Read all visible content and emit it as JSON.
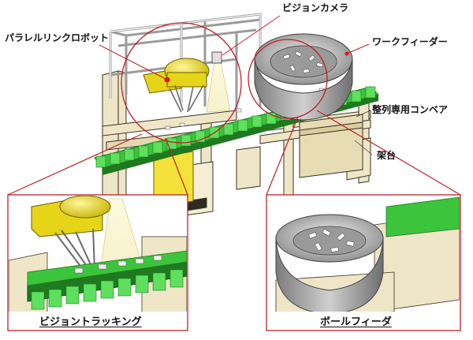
{
  "labels": {
    "vision_camera": "ビジョンカメラ",
    "parallel_link_robot": "パラレルリンクロボット",
    "work_feeder": "ワークフィーダー",
    "alignment_conveyor": "整列専用コンベア",
    "frame": "架台"
  },
  "captions": {
    "vision_tracking": "ビジョントラッキング",
    "bowl_feeder": "ボールフィーダ"
  },
  "colors": {
    "callout": "#c0202a",
    "conveyor_green": "#3cc43c",
    "conveyor_dark": "#1f7a1f",
    "frame_cream": "#efe6c8",
    "frame_dark": "#3a3326",
    "robot_yellow": "#e6d418",
    "bowl_grey": "#b4b4b4"
  }
}
